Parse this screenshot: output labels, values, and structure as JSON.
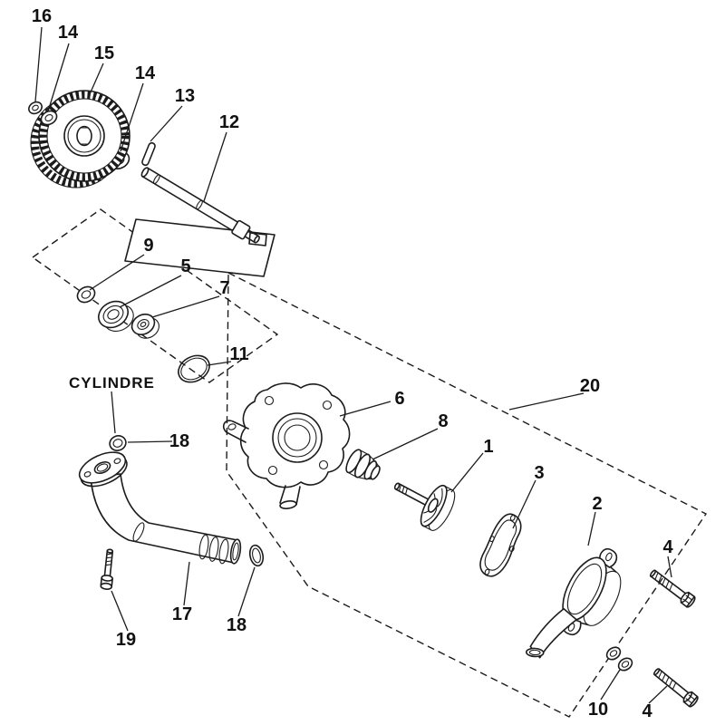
{
  "page": {
    "background": "#ffffff",
    "ink": "#1c1c1c",
    "description": "Exploded line-art parts diagram of a water pump / cylinder assembly"
  },
  "callouts": [
    {
      "ref": "16",
      "text": "16"
    },
    {
      "ref": "14-upper",
      "text": "14"
    },
    {
      "ref": "15",
      "text": "15"
    },
    {
      "ref": "14-right",
      "text": "14"
    },
    {
      "ref": "13",
      "text": "13"
    },
    {
      "ref": "12",
      "text": "12"
    },
    {
      "ref": "9",
      "text": "9"
    },
    {
      "ref": "5",
      "text": "5"
    },
    {
      "ref": "7",
      "text": "7"
    },
    {
      "ref": "11",
      "text": "11"
    },
    {
      "ref": "18-upper",
      "text": "18"
    },
    {
      "ref": "6",
      "text": "6"
    },
    {
      "ref": "8",
      "text": "8"
    },
    {
      "ref": "1",
      "text": "1"
    },
    {
      "ref": "3",
      "text": "3"
    },
    {
      "ref": "2",
      "text": "2"
    },
    {
      "ref": "20",
      "text": "20"
    },
    {
      "ref": "4-upper",
      "text": "4"
    },
    {
      "ref": "17",
      "text": "17"
    },
    {
      "ref": "18-lower",
      "text": "18"
    },
    {
      "ref": "19",
      "text": "19"
    },
    {
      "ref": "10",
      "text": "10"
    },
    {
      "ref": "4-lower",
      "text": "4"
    }
  ],
  "annotations": {
    "cylinder_label": "CYLINDRE"
  }
}
